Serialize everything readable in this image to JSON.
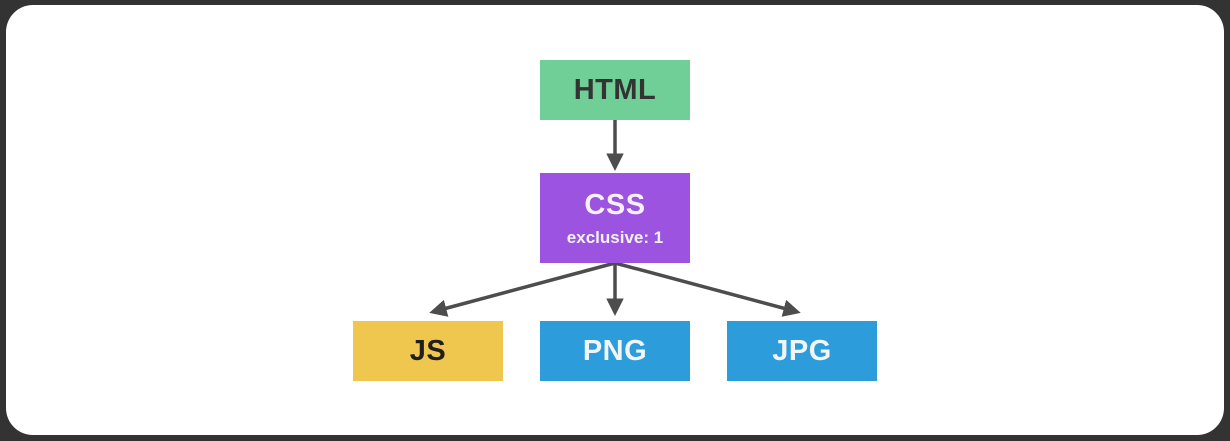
{
  "diagram": {
    "type": "flowchart",
    "background_color": "#333333",
    "canvas_color": "#ffffff",
    "arrow_color": "#4D4D4D",
    "nodes": [
      {
        "id": "html",
        "label": "HTML",
        "color": "#6FCF97",
        "text_color": "#333333"
      },
      {
        "id": "css",
        "label": "CSS",
        "sublabel": "exclusive: 1",
        "color": "#9C53E0",
        "text_color": "#F4F1F8"
      },
      {
        "id": "js",
        "label": "JS",
        "color": "#F0C74E",
        "text_color": "#1F1F1F"
      },
      {
        "id": "png",
        "label": "PNG",
        "color": "#2D9CDB",
        "text_color": "#F2F5F7"
      },
      {
        "id": "jpg",
        "label": "JPG",
        "color": "#2D9CDB",
        "text_color": "#F2F5F7"
      }
    ],
    "edges": [
      {
        "from": "HTML",
        "to": "CSS"
      },
      {
        "from": "CSS",
        "to": "JS"
      },
      {
        "from": "CSS",
        "to": "PNG"
      },
      {
        "from": "CSS",
        "to": "JPG"
      }
    ]
  }
}
